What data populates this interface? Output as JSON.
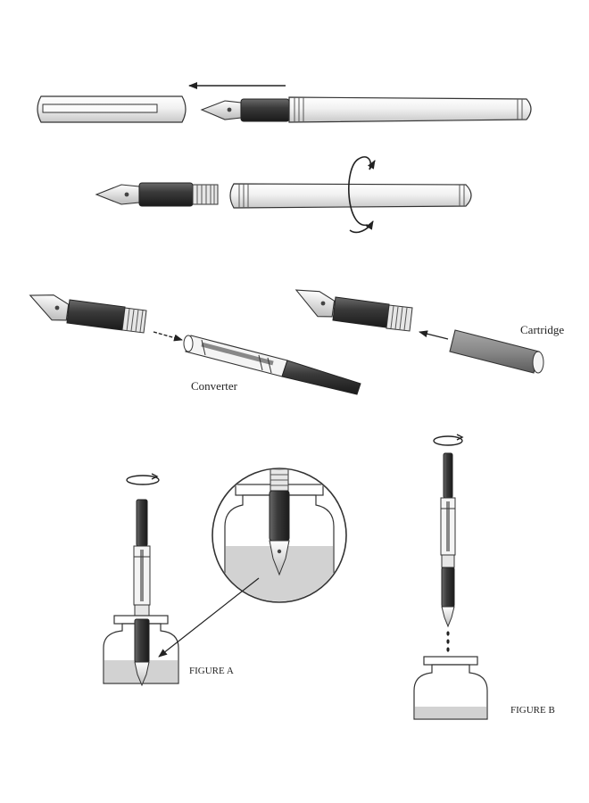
{
  "labels": {
    "converter": "Converter",
    "cartridge": "Cartridge",
    "figure_a": "FIGURE A",
    "figure_b": "FIGURE B"
  },
  "colors": {
    "ink_line": "#333333",
    "grip_dark": "#3a3a3a",
    "barrel_light": "#eeeeee",
    "ink_fill": "#d2d2d2",
    "cartridge_fill": "#8a8a8a"
  }
}
